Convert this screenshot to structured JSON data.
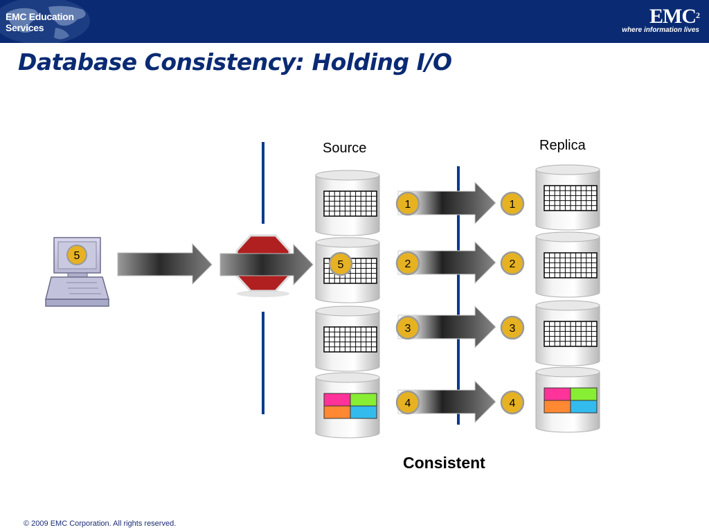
{
  "header": {
    "left_logo_text": "EMC Education Services",
    "brand_name": "EMC",
    "brand_superscript": "2",
    "brand_tagline": "where information lives"
  },
  "title": "Database Consistency: Holding I/O",
  "labels": {
    "source": "Source",
    "replica": "Replica",
    "consistent": "Consistent"
  },
  "host": {
    "badge": "5"
  },
  "source_volumes": [
    {
      "kind": "grid",
      "badge": ""
    },
    {
      "kind": "grid",
      "badge": "5"
    },
    {
      "kind": "grid",
      "badge": ""
    },
    {
      "kind": "color",
      "badge": ""
    }
  ],
  "replica_volumes": [
    {
      "kind": "grid"
    },
    {
      "kind": "grid"
    },
    {
      "kind": "grid"
    },
    {
      "kind": "color"
    }
  ],
  "write_badges": [
    "1",
    "2",
    "3",
    "4"
  ],
  "colors": {
    "header": "#0a2a73",
    "badge": "#e6b222",
    "divider": "#0a3a8c",
    "stop_sign": "#b02020",
    "color_cells": [
      "#ff3399",
      "#88ee33",
      "#ff8833",
      "#33bbee"
    ]
  },
  "footer": "© 2009 EMC Corporation. All rights reserved."
}
